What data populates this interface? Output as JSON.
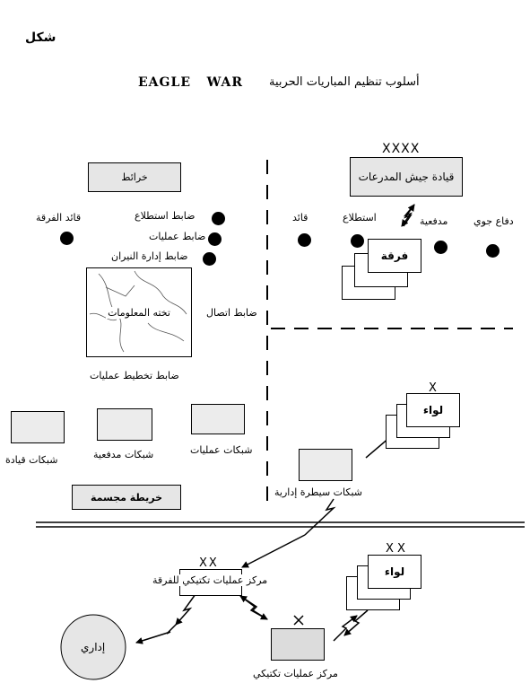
{
  "figure_label": "شكل",
  "title": {
    "english": "EAGLE   WAR",
    "arabic": "أسلوب تنظيم المباريات الحربية"
  },
  "left_panel": {
    "maps_box": "خرائط",
    "division_commander": "قائد الفرقة",
    "recon_officer": "ضابط استطلاع",
    "ops_officer": "ضابط عمليات",
    "fire_officer": "ضابط إدارة النيران",
    "info_board": "تخته المعلومات",
    "comms_officer": "ضابط اتصال",
    "ops_planning_officer": "ضابط تخطيط عمليات",
    "command_nets": "شبكات قيادة",
    "artillery_nets": "شبكات مدفعية",
    "ops_nets": "شبكات عمليات",
    "relief_map": "خريطة مجسمة"
  },
  "right_panel": {
    "army_hq": "قيادة جيش المدرعات",
    "army_hq_echelon": "XXXX",
    "commander": "قائد",
    "recon": "استطلاع",
    "artillery": "مدفعية",
    "air_defense": "دفاع جوي",
    "division": "فرقة",
    "brigade": "لواء",
    "brigade_echelon": "X",
    "admin_control_nets": "شبكات سيطرة إدارية"
  },
  "bottom": {
    "div_tac_ops": "مركز عمليات تكتيكي للفرقة",
    "div_echelon": "XX",
    "brigade": "لواء",
    "brigade_echelon": "X X",
    "tac_ops": "مركز عمليات تكتيكي",
    "tac_ops_echelon": "X",
    "admin": "إداري"
  }
}
